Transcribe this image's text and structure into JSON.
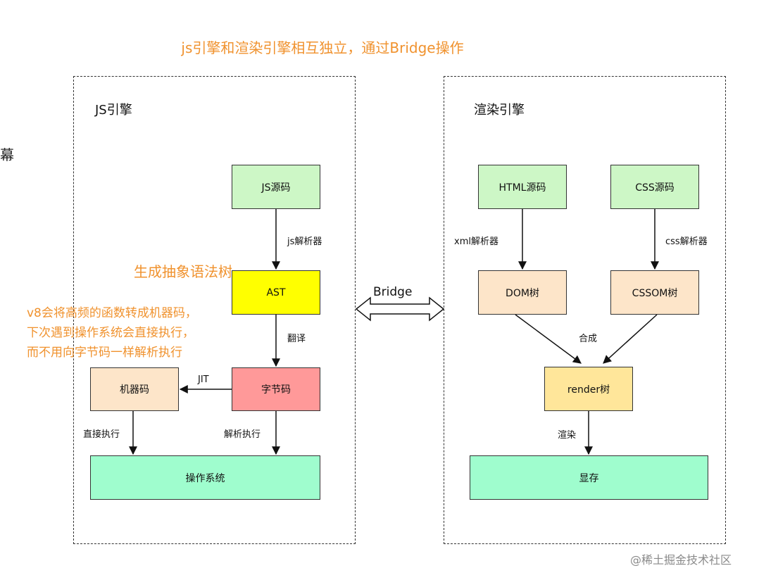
{
  "title": "js引擎和渲染引擎相互独立，通过Bridge操作",
  "side_char": "幕",
  "js_engine": {
    "label": "JS引擎",
    "nodes": {
      "js_source": "JS源码",
      "ast": "AST",
      "bytecode": "字节码",
      "machine_code": "机器码",
      "os": "操作系统"
    },
    "edges": {
      "js_parser": "js解析器",
      "translate": "翻译",
      "jit": "JIT",
      "direct_exec": "直接执行",
      "parse_exec": "解析执行"
    },
    "annotations": {
      "ast_note": "生成抽象语法树",
      "v8_line1": "v8会将高频的函数转成机器码，",
      "v8_line2": "下次遇到操作系统会直接执行，",
      "v8_line3": "而不用向字节码一样解析执行"
    }
  },
  "bridge": {
    "label": "Bridge"
  },
  "render_engine": {
    "label": "渲染引擎",
    "nodes": {
      "html_source": "HTML源码",
      "css_source": "CSS源码",
      "dom_tree": "DOM树",
      "cssom_tree": "CSSOM树",
      "render_tree": "render树",
      "memory": "显存"
    },
    "edges": {
      "xml_parser": "xml解析器",
      "css_parser": "css解析器",
      "compose": "合成",
      "render": "渲染"
    }
  },
  "footer": {
    "watermark": "@稀土掘金技术社区"
  }
}
